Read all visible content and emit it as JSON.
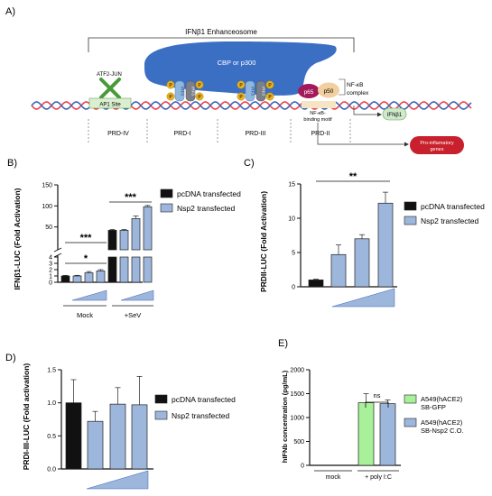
{
  "panels": {
    "A": "A)",
    "B": "B)",
    "C": "C)",
    "D": "D)",
    "E": "E)"
  },
  "panel_a": {
    "bracket_title": "IFNβ1 Enhanceosome",
    "cbp_label": "CBP or p300",
    "atf_label": "ATF2-JUN",
    "ap1_label": "AP1 Site",
    "nfkb_complex": [
      "NF-κB",
      "complex"
    ],
    "nfkb_motif": [
      "NF-κB-",
      "binding motif"
    ],
    "p65": "p65",
    "p50": "p50",
    "phospho": "P",
    "irf": "IRF3",
    "regions": [
      "PRD-IV",
      "PRD-I",
      "PRD-III",
      "PRD-II"
    ],
    "ifnb_out": "IFNβ1",
    "proinflam": [
      "Pro-inflamatory",
      "genes"
    ],
    "colors": {
      "cbp": "#3b6fc4",
      "p65": "#a3195b",
      "p50": "#f2cf9f",
      "phospho": "#e8b220",
      "ap1_x": "#4a9a3a",
      "ifnb_box": "#cfeacb",
      "proinflam_box": "#c8202c",
      "dna_red": "#e8424a",
      "dna_blue": "#3a62b5"
    }
  },
  "chart_data": [
    {
      "id": "B",
      "type": "bar",
      "ylabel": "IFNβ1-LUC (Fold Activation)",
      "y_ticks_lower": [
        "0",
        "1",
        "2",
        "3",
        "4"
      ],
      "y_ticks_upper": [
        "50",
        "100",
        "150"
      ],
      "groups": [
        "Mock",
        "+SeV"
      ],
      "series": [
        {
          "name": "pcDNA transfected",
          "color": "#111111"
        },
        {
          "name": "Nsp2 transfected",
          "color": "#9db6dc"
        }
      ],
      "bars": [
        {
          "group": "Mock",
          "series": 0,
          "value": 1.0,
          "err": 0.1
        },
        {
          "group": "Mock",
          "series": 1,
          "value": 1.0,
          "err": 0.1
        },
        {
          "group": "Mock",
          "series": 1,
          "value": 1.5,
          "err": 0.2
        },
        {
          "group": "Mock",
          "series": 1,
          "value": 1.8,
          "err": 0.2
        },
        {
          "group": "+SeV",
          "series": 0,
          "value": 42,
          "err": 2
        },
        {
          "group": "+SeV",
          "series": 1,
          "value": 42,
          "err": 2
        },
        {
          "group": "+SeV",
          "series": 1,
          "value": 70,
          "err": 6
        },
        {
          "group": "+SeV",
          "series": 1,
          "value": 98,
          "err": 3
        }
      ],
      "significance": [
        "*",
        "***",
        "***"
      ]
    },
    {
      "id": "C",
      "type": "bar",
      "ylabel": "PRDII-LUC (Fold Activation)",
      "ylim": [
        0,
        15
      ],
      "y_ticks": [
        "0",
        "5",
        "10",
        "15"
      ],
      "series": [
        {
          "name": "pcDNA transfected",
          "color": "#111111"
        },
        {
          "name": "Nsp2 transfected",
          "color": "#9db6dc"
        }
      ],
      "bars": [
        {
          "series": 0,
          "value": 1.0,
          "err": 0.1
        },
        {
          "series": 1,
          "value": 4.7,
          "err": 1.4
        },
        {
          "series": 1,
          "value": 7.0,
          "err": 0.6
        },
        {
          "series": 1,
          "value": 12.2,
          "err": 1.6
        }
      ],
      "significance": [
        "**"
      ]
    },
    {
      "id": "D",
      "type": "bar",
      "ylabel": "PRDI-III-LUC (Fold activation)",
      "ylim": [
        0,
        1.5
      ],
      "y_ticks": [
        "0.0",
        "0.5",
        "1.0",
        "1.5"
      ],
      "series": [
        {
          "name": "pcDNA transfected",
          "color": "#111111"
        },
        {
          "name": "Nsp2 transfected",
          "color": "#9db6dc"
        }
      ],
      "bars": [
        {
          "series": 0,
          "value": 1.0,
          "err": 0.35
        },
        {
          "series": 1,
          "value": 0.72,
          "err": 0.15
        },
        {
          "series": 1,
          "value": 0.98,
          "err": 0.25
        },
        {
          "series": 1,
          "value": 0.97,
          "err": 0.43
        }
      ]
    },
    {
      "id": "E",
      "type": "bar",
      "ylabel": "hIFNb concentration (pg/mL)",
      "ylim": [
        0,
        2000
      ],
      "y_ticks": [
        "0",
        "500",
        "1000",
        "1500",
        "2000"
      ],
      "groups": [
        "mock",
        "+ poly I:C"
      ],
      "series": [
        {
          "name": "A549(hACE2) SB-GFP",
          "legend": [
            "A549(hACE2)",
            "SB-GFP"
          ],
          "color": "#a8f09a"
        },
        {
          "name": "A549(hACE2) SB-Nsp2 C.O.",
          "legend": [
            "A549(hACE2)",
            "SB-Nsp2 C.O."
          ],
          "color": "#9db6dc"
        }
      ],
      "bars": [
        {
          "group": "+ poly I:C",
          "series": 0,
          "value": 1310,
          "err": 190
        },
        {
          "group": "+ poly I:C",
          "series": 1,
          "value": 1290,
          "err": 80
        }
      ],
      "significance": [
        "ns"
      ]
    }
  ]
}
